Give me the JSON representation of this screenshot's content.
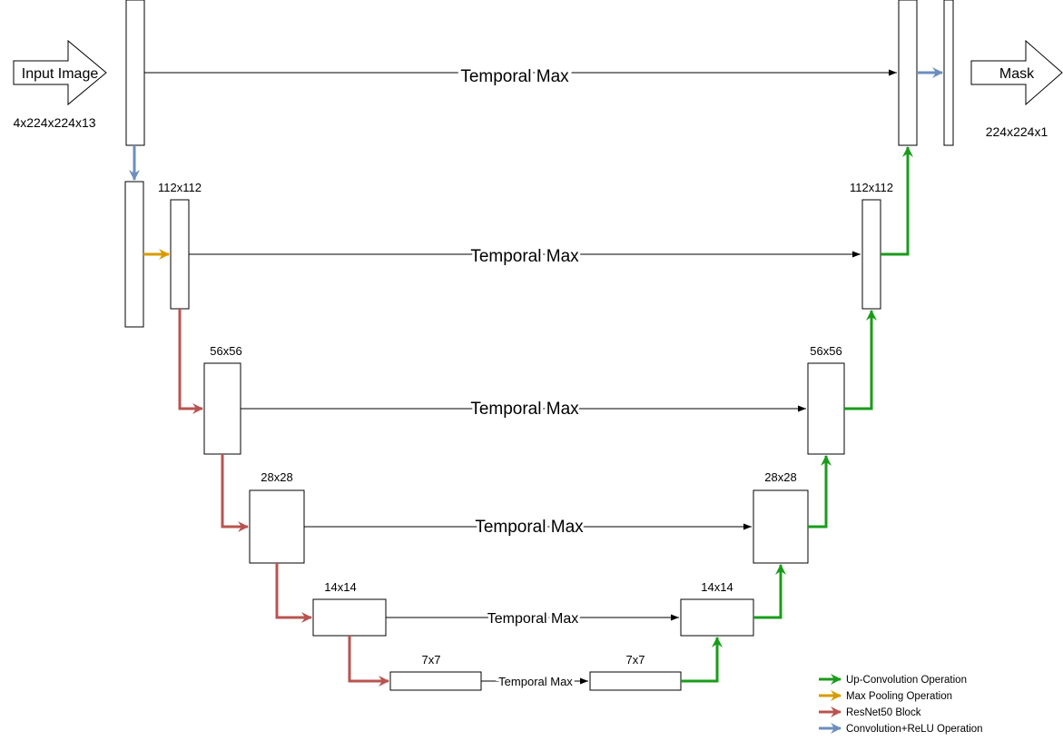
{
  "input": {
    "label": "Input Image",
    "dims": "4x224x224x13"
  },
  "output": {
    "label": "Mask",
    "dims": "224x224x1"
  },
  "levels": [
    {
      "size": "112x112"
    },
    {
      "size": "56x56"
    },
    {
      "size": "28x28"
    },
    {
      "size": "14x14"
    },
    {
      "size": "7x7"
    }
  ],
  "skip_label": "Temporal Max",
  "legend": [
    {
      "label": "Up-Convolution Operation",
      "color": "#1a9c1a"
    },
    {
      "label": "Max Pooling Operation",
      "color": "#d79b00"
    },
    {
      "label": "ResNet50 Block",
      "color": "#b85450"
    },
    {
      "label": "Convolution+ReLU Operation",
      "color": "#6c8ebf"
    }
  ],
  "colors": {
    "upconv": "#1a9c1a",
    "maxpool": "#d79b00",
    "resnet": "#b85450",
    "convrelu": "#6c8ebf"
  }
}
